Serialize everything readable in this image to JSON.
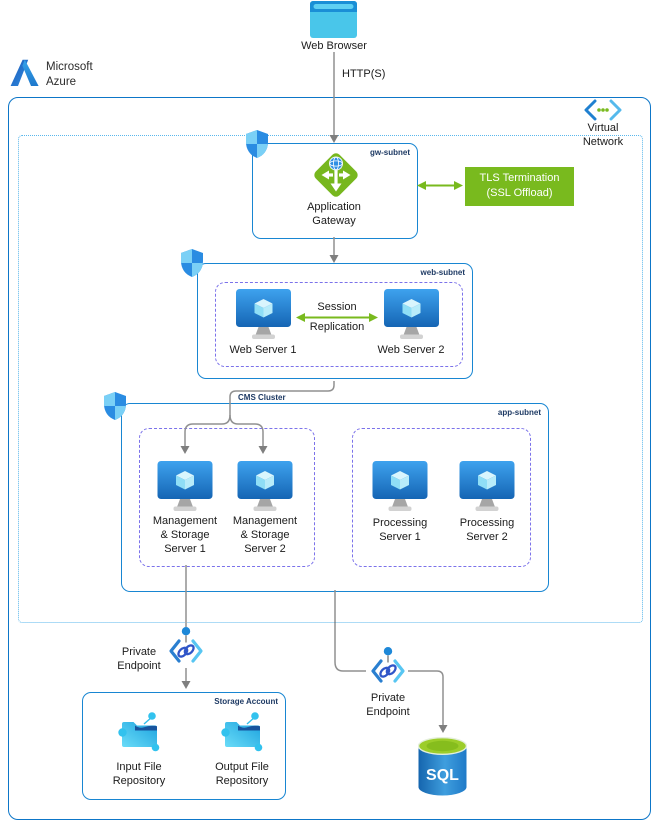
{
  "colors": {
    "azure_blue": "#0d76c8",
    "subnet_border_blue": "#1886d2",
    "green_accent": "#79ba1e",
    "dashed_purple": "#7b72ea",
    "connector_gray": "#909090"
  },
  "branding": {
    "microsoft": "Microsoft",
    "azure": "Azure"
  },
  "external": {
    "web_browser": "Web Browser",
    "https_label": "HTTP(S)"
  },
  "virtual_network": {
    "label_line1": "Virtual",
    "label_line2": "Network"
  },
  "gw_subnet": {
    "name": "gw-subnet",
    "gateway_line1": "Application",
    "gateway_line2": "Gateway"
  },
  "tls": {
    "line1": "TLS Termination",
    "line2": "(SSL Offload)"
  },
  "web_subnet": {
    "name": "web-subnet",
    "server1": "Web Server 1",
    "server2": "Web Server 2",
    "session_line1": "Session",
    "session_line2": "Replication"
  },
  "app_subnet": {
    "name": "app-subnet",
    "cluster_label": "CMS Cluster",
    "mgmt1": [
      "Management",
      "& Storage",
      "Server 1"
    ],
    "mgmt2": [
      "Management",
      "& Storage",
      "Server 2"
    ],
    "proc1": [
      "Processing",
      "Server 1"
    ],
    "proc2": [
      "Processing",
      "Server 2"
    ]
  },
  "pe1": {
    "line1": "Private",
    "line2": "Endpoint"
  },
  "pe2": {
    "line1": "Private",
    "line2": "Endpoint"
  },
  "storage_account": {
    "name": "Storage Account",
    "input_line1": "Input File",
    "input_line2": "Repository",
    "output_line1": "Output File",
    "output_line2": "Repository"
  },
  "sql": {
    "label": "SQL"
  }
}
